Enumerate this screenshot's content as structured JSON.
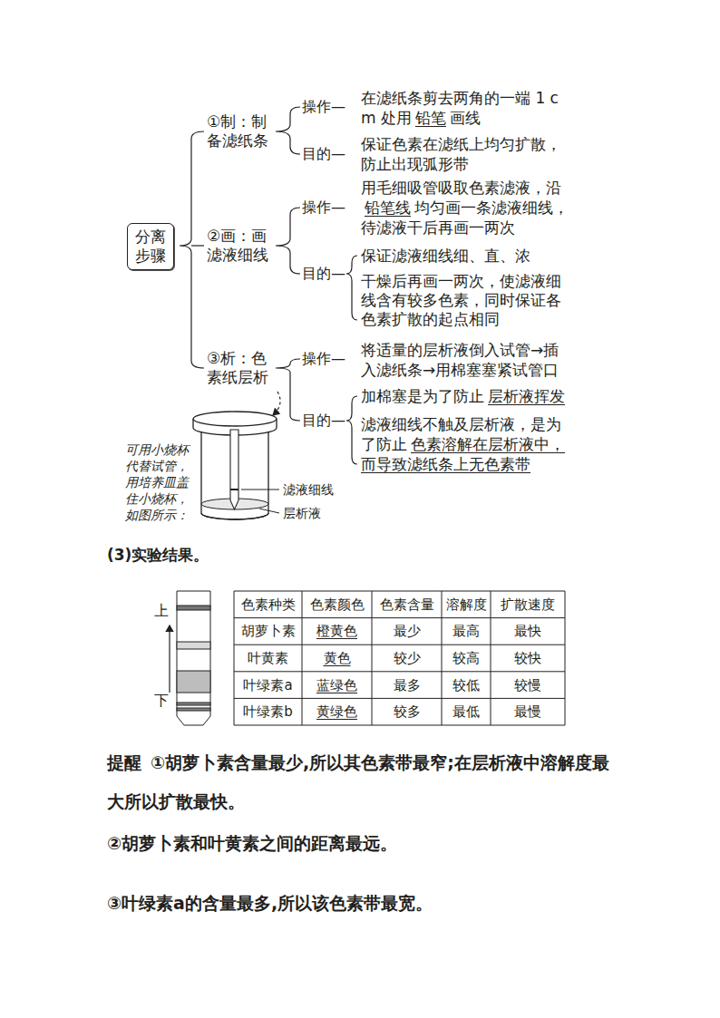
{
  "diagram": {
    "nodes": [
      {
        "text": [
          "分离步骤"
        ]
      }
    ],
    "labels": [
      "①制：制备滤纸条",
      "操作—",
      "在滤纸条剪去两角的一端 1 cm 处用",
      "铅笔",
      "画线",
      "目的—",
      "保证色素在滤纸上均匀扩散，防止出现弧形带",
      "②画：画滤液细线",
      "操作—",
      "用毛细吸管吸取色素滤液，沿",
      "铅笔线",
      "均匀画一条滤液细线，待滤液干后再画一两次",
      "目的—",
      "保证滤液细线细、直、浓",
      "干燥后再画一两次，使滤液细线含有较多色素，同时保证各色素扩散的起点相同",
      "③析：色素纸层析",
      "操作—",
      "将适量的层析液倒入试管→插入滤纸条→用棉塞塞紧试管口",
      "目的—",
      "加棉塞是为了防止",
      "层析液挥发",
      "滤液细线不触及层析液，是为了防止",
      "色素溶解在层析液中，而导致滤纸条上无色素带",
      "可用小烧杯代替试管，用培养皿盖住小烧杯，如图所示：",
      "滤液细线",
      "层析液",
      "(3)实验结果。",
      "上",
      "下",
      "色素种类",
      "色素颜色",
      "色素含量",
      "溶解度",
      "扩散速度",
      "胡萝卜素",
      "橙黄色",
      "最少",
      "最高",
      "最快",
      "叶黄素",
      "黄色",
      "较少",
      "较高",
      "较快",
      "叶绿素a",
      "蓝绿色",
      "最多",
      "较低",
      "较慢",
      "叶绿素b",
      "黄绿色",
      "较多",
      "最低",
      "最慢",
      "提醒",
      "①胡萝卜素含量最少,所以其色素带最窄;在层析液中溶解度最大所以扩散最快。",
      "②胡萝卜素和叶黄素之间的距离最远。",
      "③叶绿素a的含量最多,所以该色素带最宽。"
    ]
  }
}
